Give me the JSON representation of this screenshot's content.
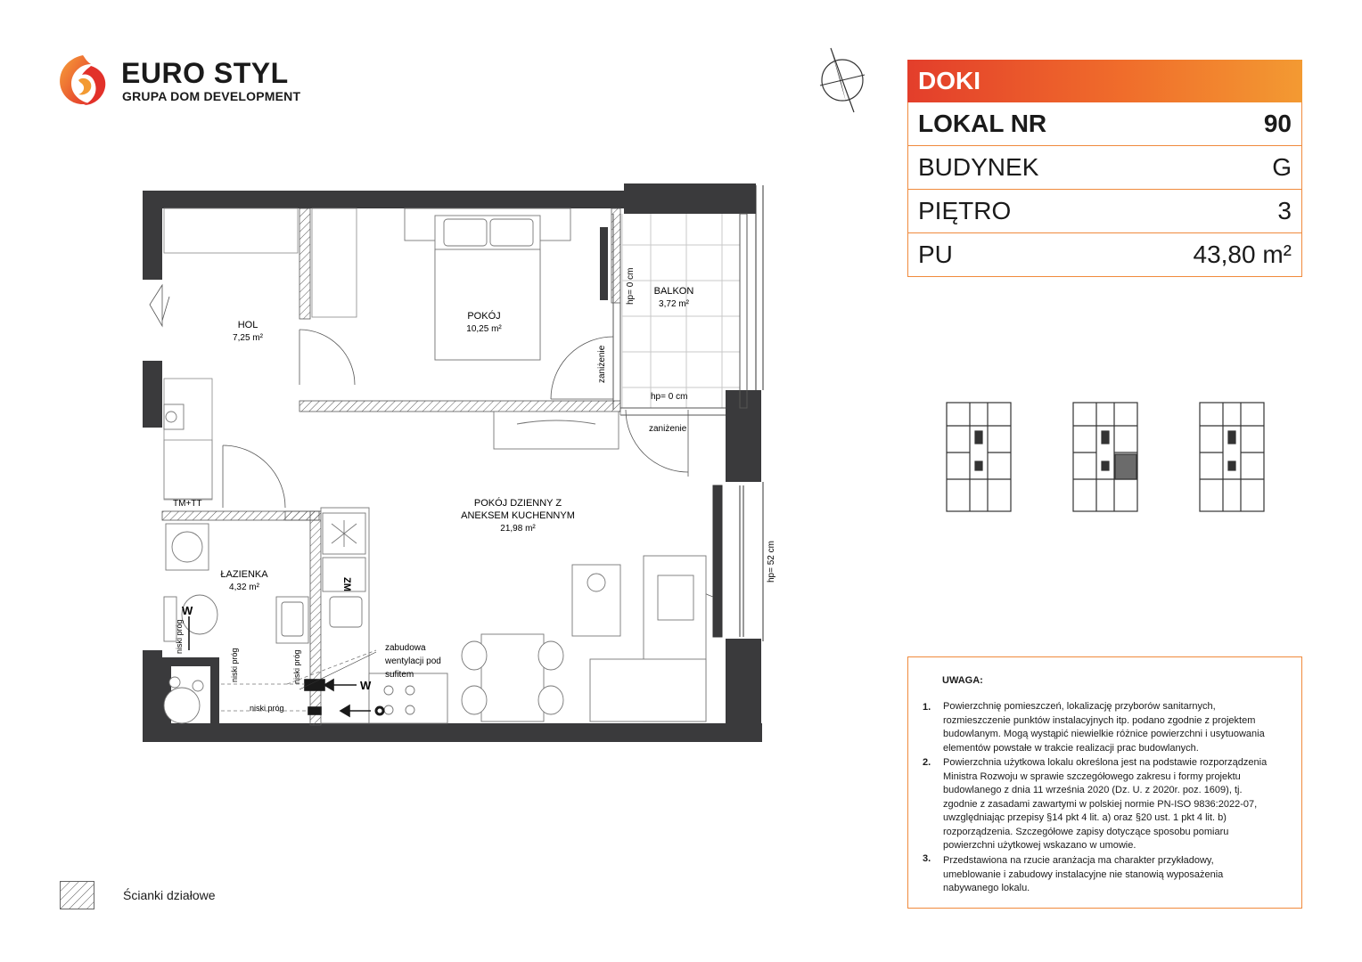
{
  "brand": {
    "name": "EURO STYL",
    "tagline": "GRUPA DOM DEVELOPMENT"
  },
  "info": {
    "project": "DOKI",
    "rows": [
      {
        "label": "LOKAL NR",
        "value": "90"
      },
      {
        "label": "BUDYNEK",
        "value": "G"
      },
      {
        "label": "PIĘTRO",
        "value": "3"
      },
      {
        "label": "PU",
        "value": "43,80 m²"
      }
    ]
  },
  "rooms": {
    "hol": {
      "name": "HOL",
      "area": "7,25 m²"
    },
    "pokoj": {
      "name": "POKÓJ",
      "area": "10,25 m²"
    },
    "balkon": {
      "name": "BALKON",
      "area": "3,72 m²"
    },
    "dzienny": {
      "name_line1": "POKÓJ DZIENNY Z",
      "name_line2": "ANEKSEM KUCHENNYM",
      "area": "21,98 m²"
    },
    "lazienka": {
      "name": "ŁAZIENKA",
      "area": "4,32 m²"
    }
  },
  "plan_labels": {
    "hp_balcony_vertical": "hp= 0 cm",
    "hp_balcony_horizontal": "hp= 0 cm",
    "hp_window": "hp= 52 cm",
    "zanizenie_1": "zaniżenie",
    "zanizenie_2": "zaniżenie",
    "tm_tt": "TM+TT",
    "zm": "ZM",
    "niski_prog_1": "niski próg",
    "niski_prog_2": "niski próg",
    "niski_prog_3": "niski próg",
    "niski_prog_4": "niski próg",
    "zabudowa_1": "zabudowa",
    "zabudowa_2": "wentylacji pod",
    "zabudowa_3": "sufitem",
    "w_marker_1": "W",
    "w_marker_2": "W"
  },
  "notes": {
    "heading": "UWAGA:",
    "items": [
      {
        "num": "1.",
        "lines": [
          "Powierzchnię pomieszczeń, lokalizację przyborów sanitarnych,",
          "rozmieszczenie punktów instalacyjnych itp. podano zgodnie z projektem",
          "budowlanym. Mogą wystąpić niewielkie różnice powierzchni i usytuowania",
          "elementów powstałe w trakcie realizacji prac budowlanych."
        ]
      },
      {
        "num": "2.",
        "lines": [
          "Powierzchnia użytkowa lokalu określona jest na podstawie rozporządzenia",
          "Ministra Rozwoju w sprawie szczegółowego zakresu i formy projektu",
          "budowlanego z dnia 11 września 2020 (Dz. U. z 2020r. poz. 1609), tj.",
          "zgodnie z zasadami zawartymi w polskiej normie PN-ISO 9836:2022-07,",
          "uwzględniając przepisy §14 pkt 4 lit. a) oraz §20 ust. 1 pkt 4 lit. b)",
          "rozporządzenia. Szczegółowe zapisy dotyczące sposobu pomiaru",
          "powierzchni użytkowej wskazano w umowie."
        ]
      },
      {
        "num": "3.",
        "lines": [
          "Przedstawiona na rzucie aranżacja ma charakter przykładowy,",
          "umeblowanie i zabudowy instalacyjne nie stanowią wyposażenia",
          "nabywanego lokalu."
        ]
      }
    ]
  },
  "legend": {
    "label": "Ścianki działowe"
  },
  "colors": {
    "wall": "#3a3a3c",
    "accent_start": "#e33e2b",
    "accent_end": "#f39a32",
    "highlight": "#6b6b6b"
  }
}
